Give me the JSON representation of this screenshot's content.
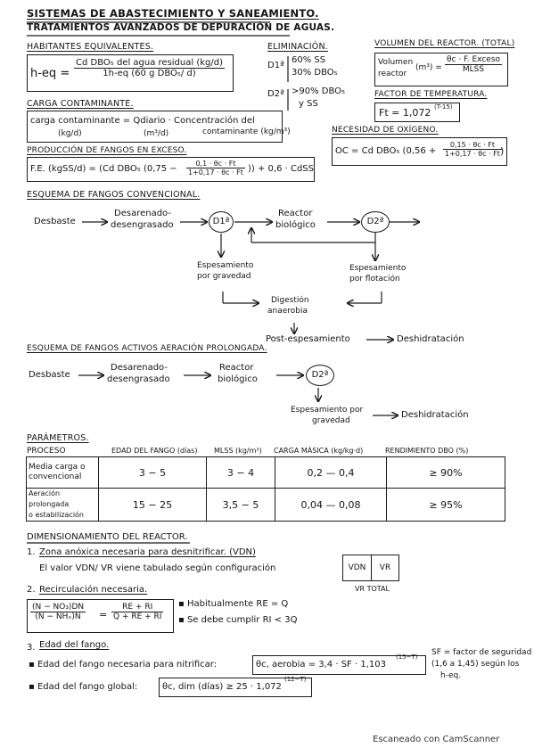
{
  "header": {
    "title": "SISTEMAS DE ABASTECIMIENTO Y SANEAMIENTO.",
    "subtitle": "TRATAMIENTOS AVANZADOS DE DEPURACIÓN DE AGUAS."
  },
  "habitantes": {
    "heading": "HABITANTES EQUIVALENTES.",
    "lhs": "h-eq =",
    "num": "Cd DBO₅ del agua residual (kg/d)",
    "den": "1h-eq (60 g DBO₅/ d)"
  },
  "eliminacion": {
    "heading": "ELIMINACIÓN.",
    "d1_label": "D1ª",
    "d1_line1": "60% SS",
    "d1_line2": "30% DBO₅",
    "d2_label": "D2ª",
    "d2_line1": ">90% DBO₅",
    "d2_line2": "y SS"
  },
  "volumen": {
    "heading": "VOLUMEN DEL REACTOR. (TOTAL)",
    "lhs_line1": "Volumen",
    "lhs_line2": "reactor",
    "unit": "(m³) =",
    "num": "θc · F. Exceso",
    "den": "MLSS"
  },
  "factor": {
    "heading": "FACTOR DE TEMPERATURA.",
    "formula": "Ft = 1,072",
    "exp": "(T-15)"
  },
  "carga": {
    "heading": "CARGA CONTAMINANTE.",
    "left": "carga contaminante = Qdiario · Concentración del",
    "right": "contaminante (kg/m³)",
    "unit1": "(kg/d)",
    "unit2": "(m³/d)"
  },
  "oxigeno": {
    "heading": "NECESIDAD DE OXÍGENO.",
    "formula": "OC = Cd DBO₅ (0,56 +",
    "num": "0,15 · θc · Ft",
    "den": "1+0,17 · θc · Ft",
    "close": ")"
  },
  "fangos": {
    "heading": "PRODUCCIÓN DE FANGOS EN EXCESO.",
    "lhs": "F.E. (kgSS/d) = (Cd DBO₅ (0,75 −",
    "num": "0,1 · θc · Ft",
    "den": "1+0,17 · θc · Ft",
    "tail": ")) + 0,6 · CdSS"
  },
  "esquema1": {
    "heading": "ESQUEMA DE FANGOS CONVENCIONAL.",
    "desbaste": "Desbaste",
    "desarenado1": "Desarenado-",
    "desarenado2": "desengrasado",
    "d1": "D1ª",
    "reactor1": "Reactor",
    "reactor2": "biológico",
    "d2": "D2ª",
    "esp_grav1": "Espesamiento",
    "esp_grav2": "por gravedad",
    "esp_flot1": "Espesamiento",
    "esp_flot2": "por flotación",
    "digestion1": "Digestión",
    "digestion2": "anaerobia",
    "post": "Post-espesamiento",
    "deshidratacion": "Deshidratación"
  },
  "esquema2": {
    "heading": "ESQUEMA DE FANGOS ACTIVOS AERACIÓN PROLONGADA.",
    "desbaste": "Desbaste",
    "desarenado1": "Desarenado-",
    "desarenado2": "desengrasado",
    "reactor1": "Reactor",
    "reactor2": "biológico",
    "d2": "D2ª",
    "esp1": "Espesamiento por",
    "esp2": "gravedad",
    "deshidratacion": "Deshidratación"
  },
  "parametros": {
    "heading": "PARÁMETROS.",
    "columns": [
      "PROCESO",
      "EDAD DEL FANGO (días)",
      "MLSS (kg/m³)",
      "CARGA MÁSICA (kg/kg·d)",
      "RENDIMIENTO DBO (%)"
    ],
    "rows": [
      {
        "p1": "Media carga o",
        "p2": "convencional",
        "edad": "3 − 5",
        "mlss": "3 − 4",
        "carga": "0,2 — 0,4",
        "rend": "≥ 90%"
      },
      {
        "p1": "Aeración prolongada",
        "p2": "o estabilización",
        "edad": "15 − 25",
        "mlss": "3,5 − 5",
        "carga": "0,04 — 0,08",
        "rend": "≥ 95%"
      }
    ]
  },
  "dimensionamiento": {
    "heading": "DIMENSIONAMIENTO DEL REACTOR.",
    "item1_num": "1.",
    "item1_title": "Zona anóxica necesaria para desnitrificar. (VDN)",
    "item1_text": "El valor VDN/ VR viene tabulado según configuración",
    "box_vdn": "VDN",
    "box_vr": "VR",
    "box_label": "VR TOTAL",
    "item2_num": "2.",
    "item2_title": "Recirculación necesaria.",
    "ratio_num": "(N − NO₃)DN",
    "ratio_den": "(N − NHₓ)N",
    "ratio_eq": "=",
    "ratio_rnum": "RE + RI",
    "ratio_rden": "Q + RE + RI",
    "bullet1": "▪ Habitualmente RE = Q",
    "bullet2": "▪ Se debe cumplir RI < 3Q",
    "item3_num": "3.",
    "item3_title": "Edad del fango.",
    "edad_nec": "▪ Edad del fango necesaria para nitrificar:",
    "edad_nec_formula": "θc, aerobia = 3,4 · SF · 1,103",
    "edad_nec_exp": "(15−T)",
    "sf1": "SF = factor de seguridad",
    "sf2": "(1,6 a 1,45) según los",
    "sf3": "h-eq.",
    "edad_glob": "▪ Edad del fango global:",
    "edad_glob_formula": "θc, dim (días) ≥ 25 · 1,072",
    "edad_glob_exp": "(12−T)"
  },
  "footer": {
    "scanner": "Escaneado con CamScanner"
  }
}
